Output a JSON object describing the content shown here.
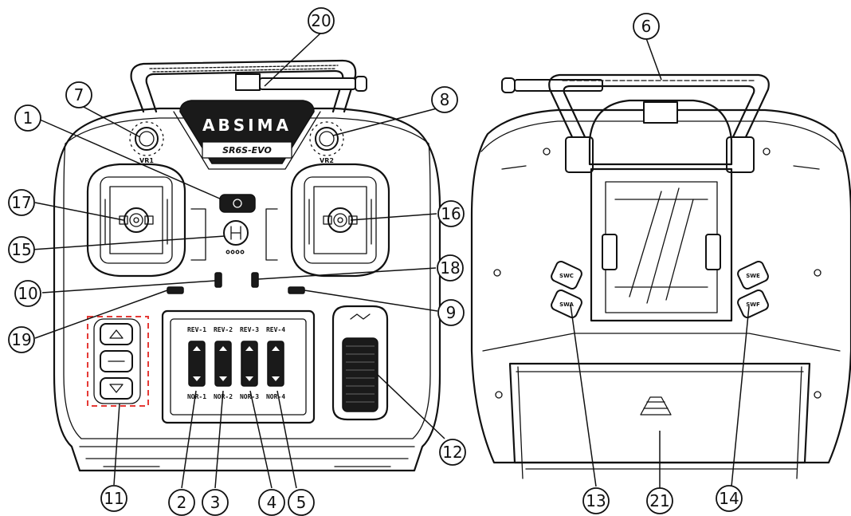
{
  "brand": {
    "logo_text": "ABSIMA",
    "model_text": "SR6S-EVO"
  },
  "knob_labels": {
    "vr1": "VR1",
    "vr2": "VR2"
  },
  "trim_labels": {
    "rev": [
      "REV-1",
      "REV-2",
      "REV-3",
      "REV-4"
    ],
    "nor": [
      "NOR-1",
      "NOR-2",
      "NOR-3",
      "NOR-4"
    ]
  },
  "switch_labels": {
    "left_top": "SWC",
    "left_bottom": "SWA",
    "right_top": "SWE",
    "right_bottom": "SWF"
  },
  "callouts": [
    "1",
    "2",
    "3",
    "4",
    "5",
    "6",
    "7",
    "8",
    "9",
    "10",
    "11",
    "12",
    "13",
    "14",
    "15",
    "16",
    "17",
    "18",
    "19",
    "20",
    "21"
  ],
  "colors": {
    "line": "#111111",
    "highlight_box": "#e53935",
    "panel": "#1a1a1a"
  }
}
